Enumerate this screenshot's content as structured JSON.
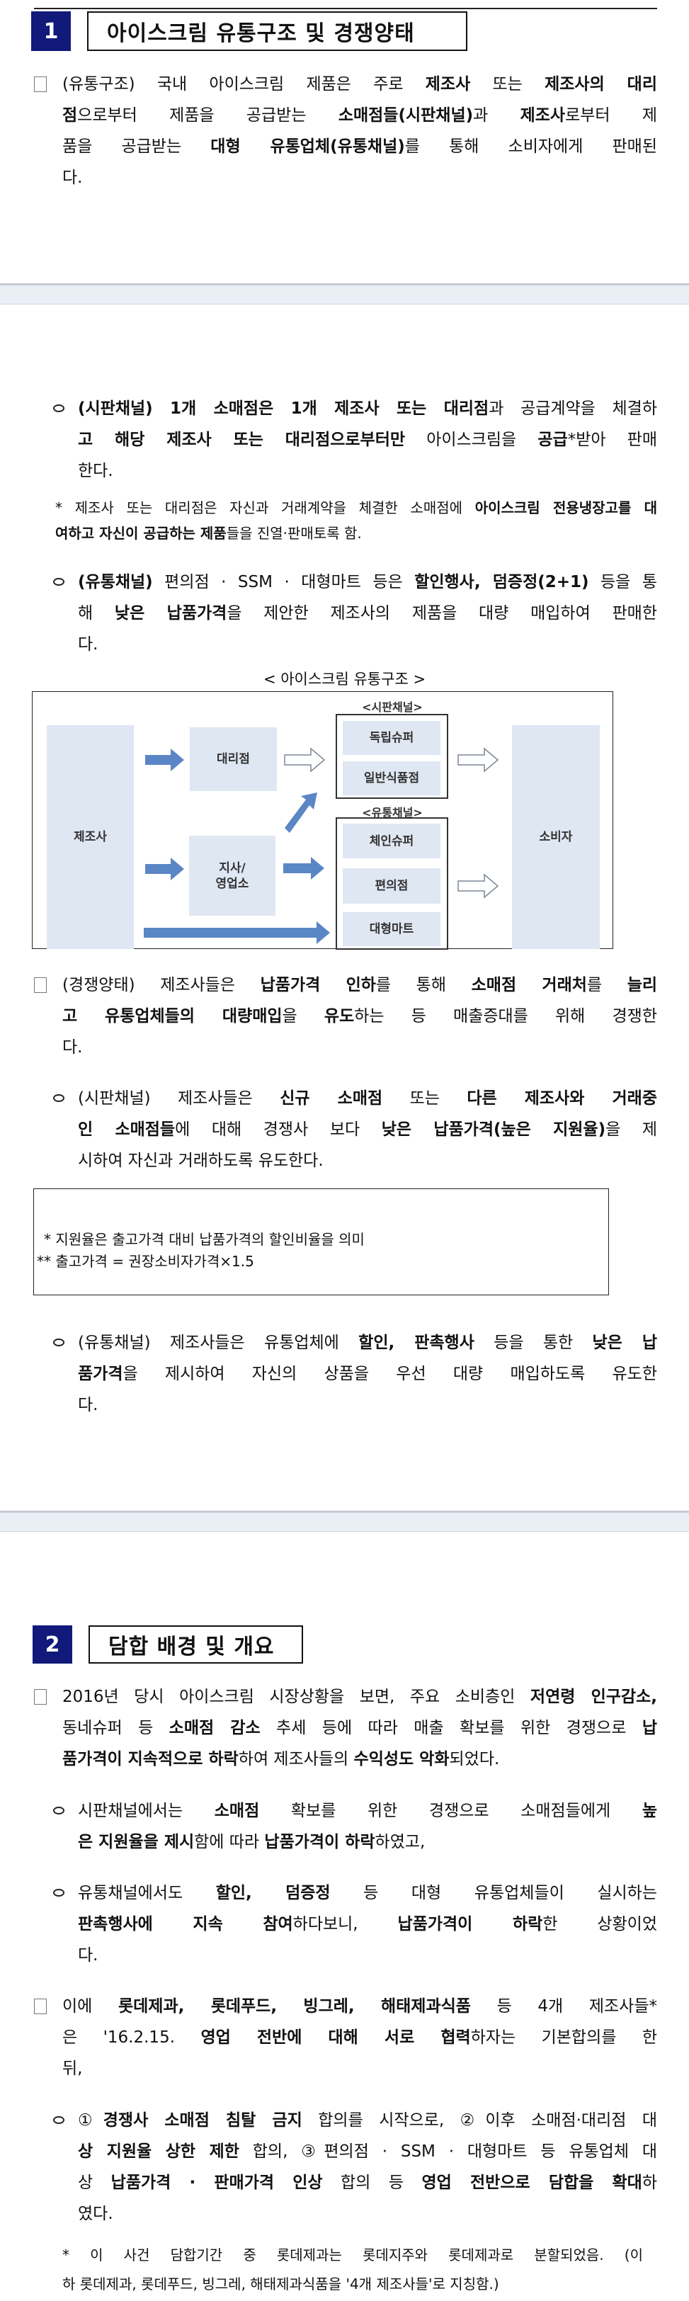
{
  "section1": {
    "number": "1",
    "title": "아이스크림 유통구조 및 경쟁양태",
    "p1": [
      [
        {
          "t": "(유통구조) 국내 아이스크림 제품은 주로 "
        },
        {
          "t": "제조사",
          "b": 1
        },
        {
          "t": " 또는 "
        },
        {
          "t": "제조사의 대리",
          "b": 1
        }
      ],
      [
        {
          "t": "점",
          "b": 1
        },
        {
          "t": "으로부터 제품을 공급받는 "
        },
        {
          "t": "소매점들(시판채널)",
          "b": 1
        },
        {
          "t": "과 "
        },
        {
          "t": "제조사",
          "b": 1
        },
        {
          "t": "로부터 제"
        }
      ],
      [
        {
          "t": "품을 공급받는 "
        },
        {
          "t": "대형 유통업체(유통채널)",
          "b": 1
        },
        {
          "t": "를 통해 소비자에게 판매된"
        }
      ],
      [
        {
          "t": "다."
        }
      ]
    ],
    "o1": [
      [
        {
          "t": "(시판채널) 1개 소매점은 1개 제조사 또는 대리점",
          "b": 1
        },
        {
          "t": "과 공급계약을 체결하"
        }
      ],
      [
        {
          "t": "고 해당 제조사 또는 대리점으로부터만",
          "b": 1
        },
        {
          "t": " 아이스크림을 "
        },
        {
          "t": "공급",
          "b": 1
        },
        {
          "t": "*받아 판매"
        }
      ],
      [
        {
          "t": "한다."
        }
      ]
    ],
    "fn1": [
      [
        {
          "t": "* 제조사 또는 대리점은 자신과 거래계약을 체결한 소매점에 "
        },
        {
          "t": "아이스크림 전용냉장고를 대",
          "b": 1
        }
      ],
      [
        {
          "t": "여하고 자신이 공급하는 제품",
          "b": 1
        },
        {
          "t": "들을 진열·판매토록 함."
        }
      ]
    ],
    "o2": [
      [
        {
          "t": "(유통채널)",
          "b": 1
        },
        {
          "t": " 편의점 · SSM · 대형마트 등은 "
        },
        {
          "t": "할인행사, 덤증정(2+1)",
          "b": 1
        },
        {
          "t": " 등을 통"
        }
      ],
      [
        {
          "t": "해 "
        },
        {
          "t": "낮은 납품가격",
          "b": 1
        },
        {
          "t": "을 제안한 제조사의 제품을 대량 매입하여 판매한"
        }
      ],
      [
        {
          "t": "다."
        }
      ]
    ],
    "p2": [
      [
        {
          "t": "(경쟁양태) 제조사들은 "
        },
        {
          "t": "납품가격 인하",
          "b": 1
        },
        {
          "t": "를 통해 "
        },
        {
          "t": "소매점 거래처",
          "b": 1
        },
        {
          "t": "를 "
        },
        {
          "t": "늘리",
          "b": 1
        }
      ],
      [
        {
          "t": "고 유통업체들의 대량매입",
          "b": 1
        },
        {
          "t": "을 "
        },
        {
          "t": "유도",
          "b": 1
        },
        {
          "t": "하는 등 매출증대를 위해 경쟁한"
        }
      ],
      [
        {
          "t": "다."
        }
      ]
    ],
    "o3": [
      [
        {
          "t": "(시판채널) 제조사들은 "
        },
        {
          "t": "신규 소매점",
          "b": 1
        },
        {
          "t": " 또는 "
        },
        {
          "t": "다른 제조사와 거래중",
          "b": 1
        }
      ],
      [
        {
          "t": "인 소매점들",
          "b": 1
        },
        {
          "t": "에 대해 경쟁사 보다 "
        },
        {
          "t": "낮은 납품가격(높은 지원율)",
          "b": 1
        },
        {
          "t": "을 제"
        }
      ],
      [
        {
          "t": "시하여 자신과 거래하도록 유도한다."
        }
      ]
    ],
    "note": [
      "* 지원율은 출고가격 대비 납품가격의 할인비율을 의미",
      "** 출고가격 = 권장소비자가격×1.5"
    ],
    "o4": [
      [
        {
          "t": "(유통채널) 제조사들은 유통업체에 "
        },
        {
          "t": "할인, 판촉행사",
          "b": 1
        },
        {
          "t": " 등을 통한 "
        },
        {
          "t": "낮은 납",
          "b": 1
        }
      ],
      [
        {
          "t": "품가격",
          "b": 1
        },
        {
          "t": "을 제시하여 자신의 상품을 우선 대량 매입하도록 유도한"
        }
      ],
      [
        {
          "t": "다."
        }
      ]
    ]
  },
  "diagram": {
    "title": "< 아이스크림 유통구조 >",
    "manufacturer": "제조사",
    "agency": "대리점",
    "branch": "지사/\n영업소",
    "retail_channel_label": "<시판채널>",
    "independent_super": "독립슈퍼",
    "general_food_store": "일반식품점",
    "distribution_channel_label": "<유통채널>",
    "chain_super": "체인슈퍼",
    "convenience_store": "편의점",
    "hypermarket": "대형마트",
    "consumer": "소비자",
    "arrow_color": "#5b86c5",
    "box_color": "#dfe7f3"
  },
  "section2": {
    "number": "2",
    "title": "담합 배경 및 개요",
    "p3": [
      [
        {
          "t": "2016년 당시 아이스크림 시장상황을 보면, 주요 소비층인 "
        },
        {
          "t": "저연령 인구감소,",
          "b": 1
        }
      ],
      [
        {
          "t": "동네슈퍼 등 "
        },
        {
          "t": "소매점 감소",
          "b": 1
        },
        {
          "t": " 추세 등에 따라 매출 확보를 위한 경쟁으로 "
        },
        {
          "t": "납",
          "b": 1
        }
      ],
      [
        {
          "t": "품가격이 지속적으로 하락",
          "b": 1
        },
        {
          "t": "하여 제조사들의 "
        },
        {
          "t": "수익성도 악화",
          "b": 1
        },
        {
          "t": "되었다."
        }
      ]
    ],
    "o5": [
      [
        {
          "t": "시판채널에서는 "
        },
        {
          "t": "소매점",
          "b": 1
        },
        {
          "t": " 확보를 위한 경쟁으로 소매점들에게 "
        },
        {
          "t": "높",
          "b": 1
        }
      ],
      [
        {
          "t": "은 지원율을 제시",
          "b": 1
        },
        {
          "t": "함에 따라 "
        },
        {
          "t": "납품가격이 하락",
          "b": 1
        },
        {
          "t": "하였고,"
        }
      ]
    ],
    "o6": [
      [
        {
          "t": "유통채널에서도 "
        },
        {
          "t": "할인, 덤증정",
          "b": 1
        },
        {
          "t": " 등 대형 유통업체들이 실시하는"
        }
      ],
      [
        {
          "t": "판촉행사에 지속 참여",
          "b": 1
        },
        {
          "t": "하다보니, "
        },
        {
          "t": "납품가격이 하락",
          "b": 1
        },
        {
          "t": "한 상황이었"
        }
      ],
      [
        {
          "t": "다."
        }
      ]
    ],
    "p4": [
      [
        {
          "t": "이에 "
        },
        {
          "t": "롯데제과, 롯데푸드, 빙그레, 해태제과식품",
          "b": 1
        },
        {
          "t": " 등 4개 제조사들*"
        }
      ],
      [
        {
          "t": "은 '16.2.15. "
        },
        {
          "t": "영업 전반에 대해 서로 협력",
          "b": 1
        },
        {
          "t": "하자는 기본합의를 한"
        }
      ],
      [
        {
          "t": "뒤,"
        }
      ]
    ],
    "o7": [
      [
        {
          "t": "①"
        },
        {
          "t": "경쟁사 소매점 침탈 금지",
          "b": 1
        },
        {
          "t": " 합의를 시작으로, ②이후 소매점·대리점 대"
        }
      ],
      [
        {
          "t": "상 지원율 상한 제한",
          "b": 1
        },
        {
          "t": " 합의, ③편의점 · SSM · 대형마트 등 유통업체 대"
        }
      ],
      [
        {
          "t": "상 "
        },
        {
          "t": "납품가격 · 판매가격 인상",
          "b": 1
        },
        {
          "t": " 합의 등 "
        },
        {
          "t": "영업 전반으로 담합을 확대",
          "b": 1
        },
        {
          "t": "하"
        }
      ],
      [
        {
          "t": "였다."
        }
      ]
    ],
    "fn2": [
      [
        {
          "t": "* 이 사건 담합기간 중 롯데제과는 롯데지주와 롯데제과로 분할되었음. (이"
        }
      ],
      [
        {
          "t": "하 롯데제과, 롯데푸드, 빙그레, 해태제과식품을 '4개 제조사들'로 지칭함.)"
        }
      ]
    ]
  }
}
